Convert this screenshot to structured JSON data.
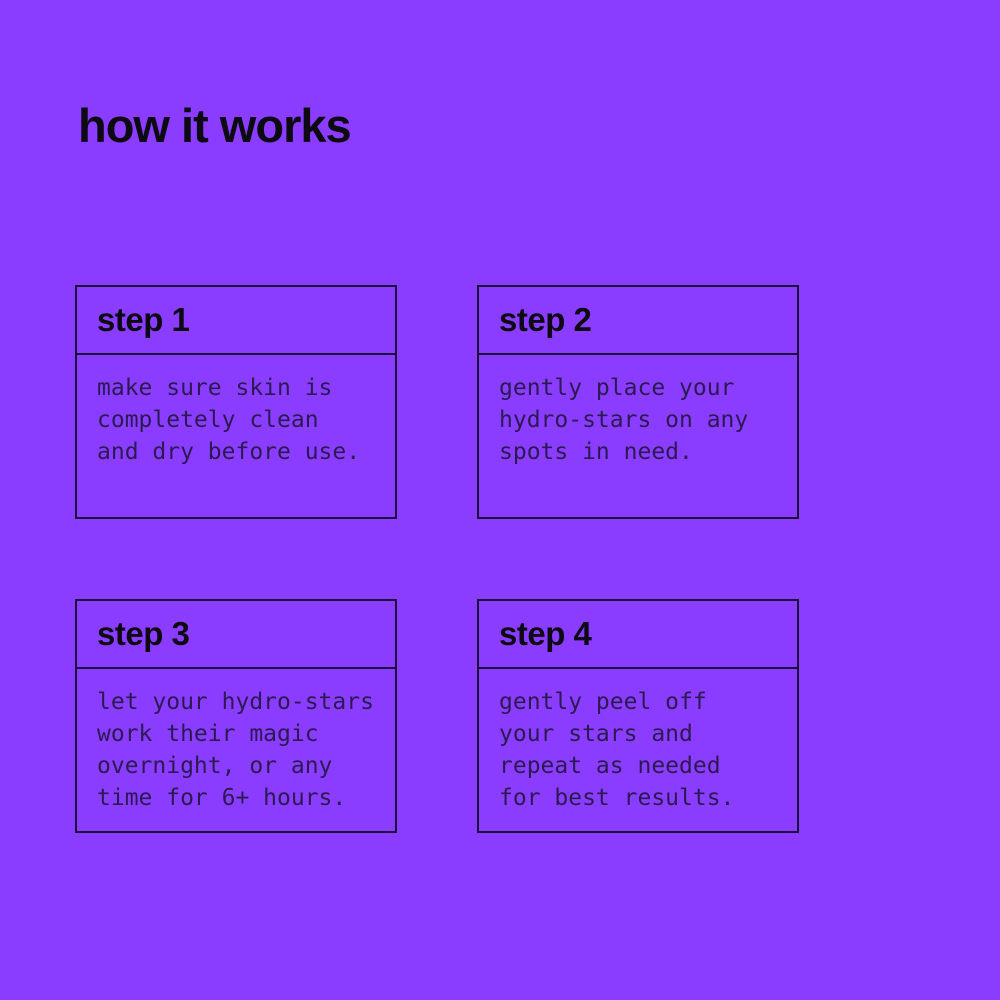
{
  "page": {
    "title": "how it works",
    "background_color": "#8B3DFF",
    "border_color": "#1B1038",
    "heading_color": "#0D0A14",
    "body_text_color": "#2B1A52"
  },
  "steps": [
    {
      "label": "step 1",
      "description": "make sure skin is\ncompletely clean\nand dry before use."
    },
    {
      "label": "step 2",
      "description": "gently place your\nhydro-stars on any\nspots in need."
    },
    {
      "label": "step 3",
      "description": "let your hydro-stars\nwork their magic\novernight, or any\ntime for 6+ hours."
    },
    {
      "label": "step 4",
      "description": "gently peel off\nyour stars and\nrepeat as needed\nfor best results."
    }
  ]
}
